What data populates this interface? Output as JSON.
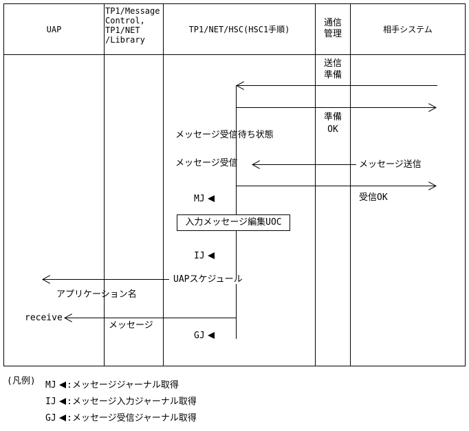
{
  "headers": {
    "uap": "UAP",
    "tp1_message_control": "TP1/Message\nControl,\nTP1/NET\n/Library",
    "tp1_net_hsc": "TP1/NET/HSC(HSC1手順)",
    "comm_mgmt": "通信\n管理",
    "remote_system": "相手システム"
  },
  "steps": {
    "send_prep": "送信\n準備",
    "prep_ok": "準備\nOK",
    "waiting_receive": "メッセージ受信待ち状態",
    "message_receive": "メッセージ受信",
    "message_send": "メッセージ送信",
    "receive_ok": "受信OK",
    "mj_marker": "MJ",
    "input_edit_uoc": "入力メッセージ編集UOC",
    "ij_marker": "IJ",
    "uap_schedule": "UAPスケジュール",
    "application_name": "アプリケーション名",
    "receive": "receive",
    "message": "メッセージ",
    "gj_marker": "GJ"
  },
  "legend": {
    "title": "(凡例)",
    "items": [
      {
        "code": "MJ",
        "label": ":メッセージジャーナル取得"
      },
      {
        "code": "IJ",
        "label": ":メッセージ入力ジャーナル取得"
      },
      {
        "code": "GJ",
        "label": ":メッセージ受信ジャーナル取得"
      }
    ]
  }
}
